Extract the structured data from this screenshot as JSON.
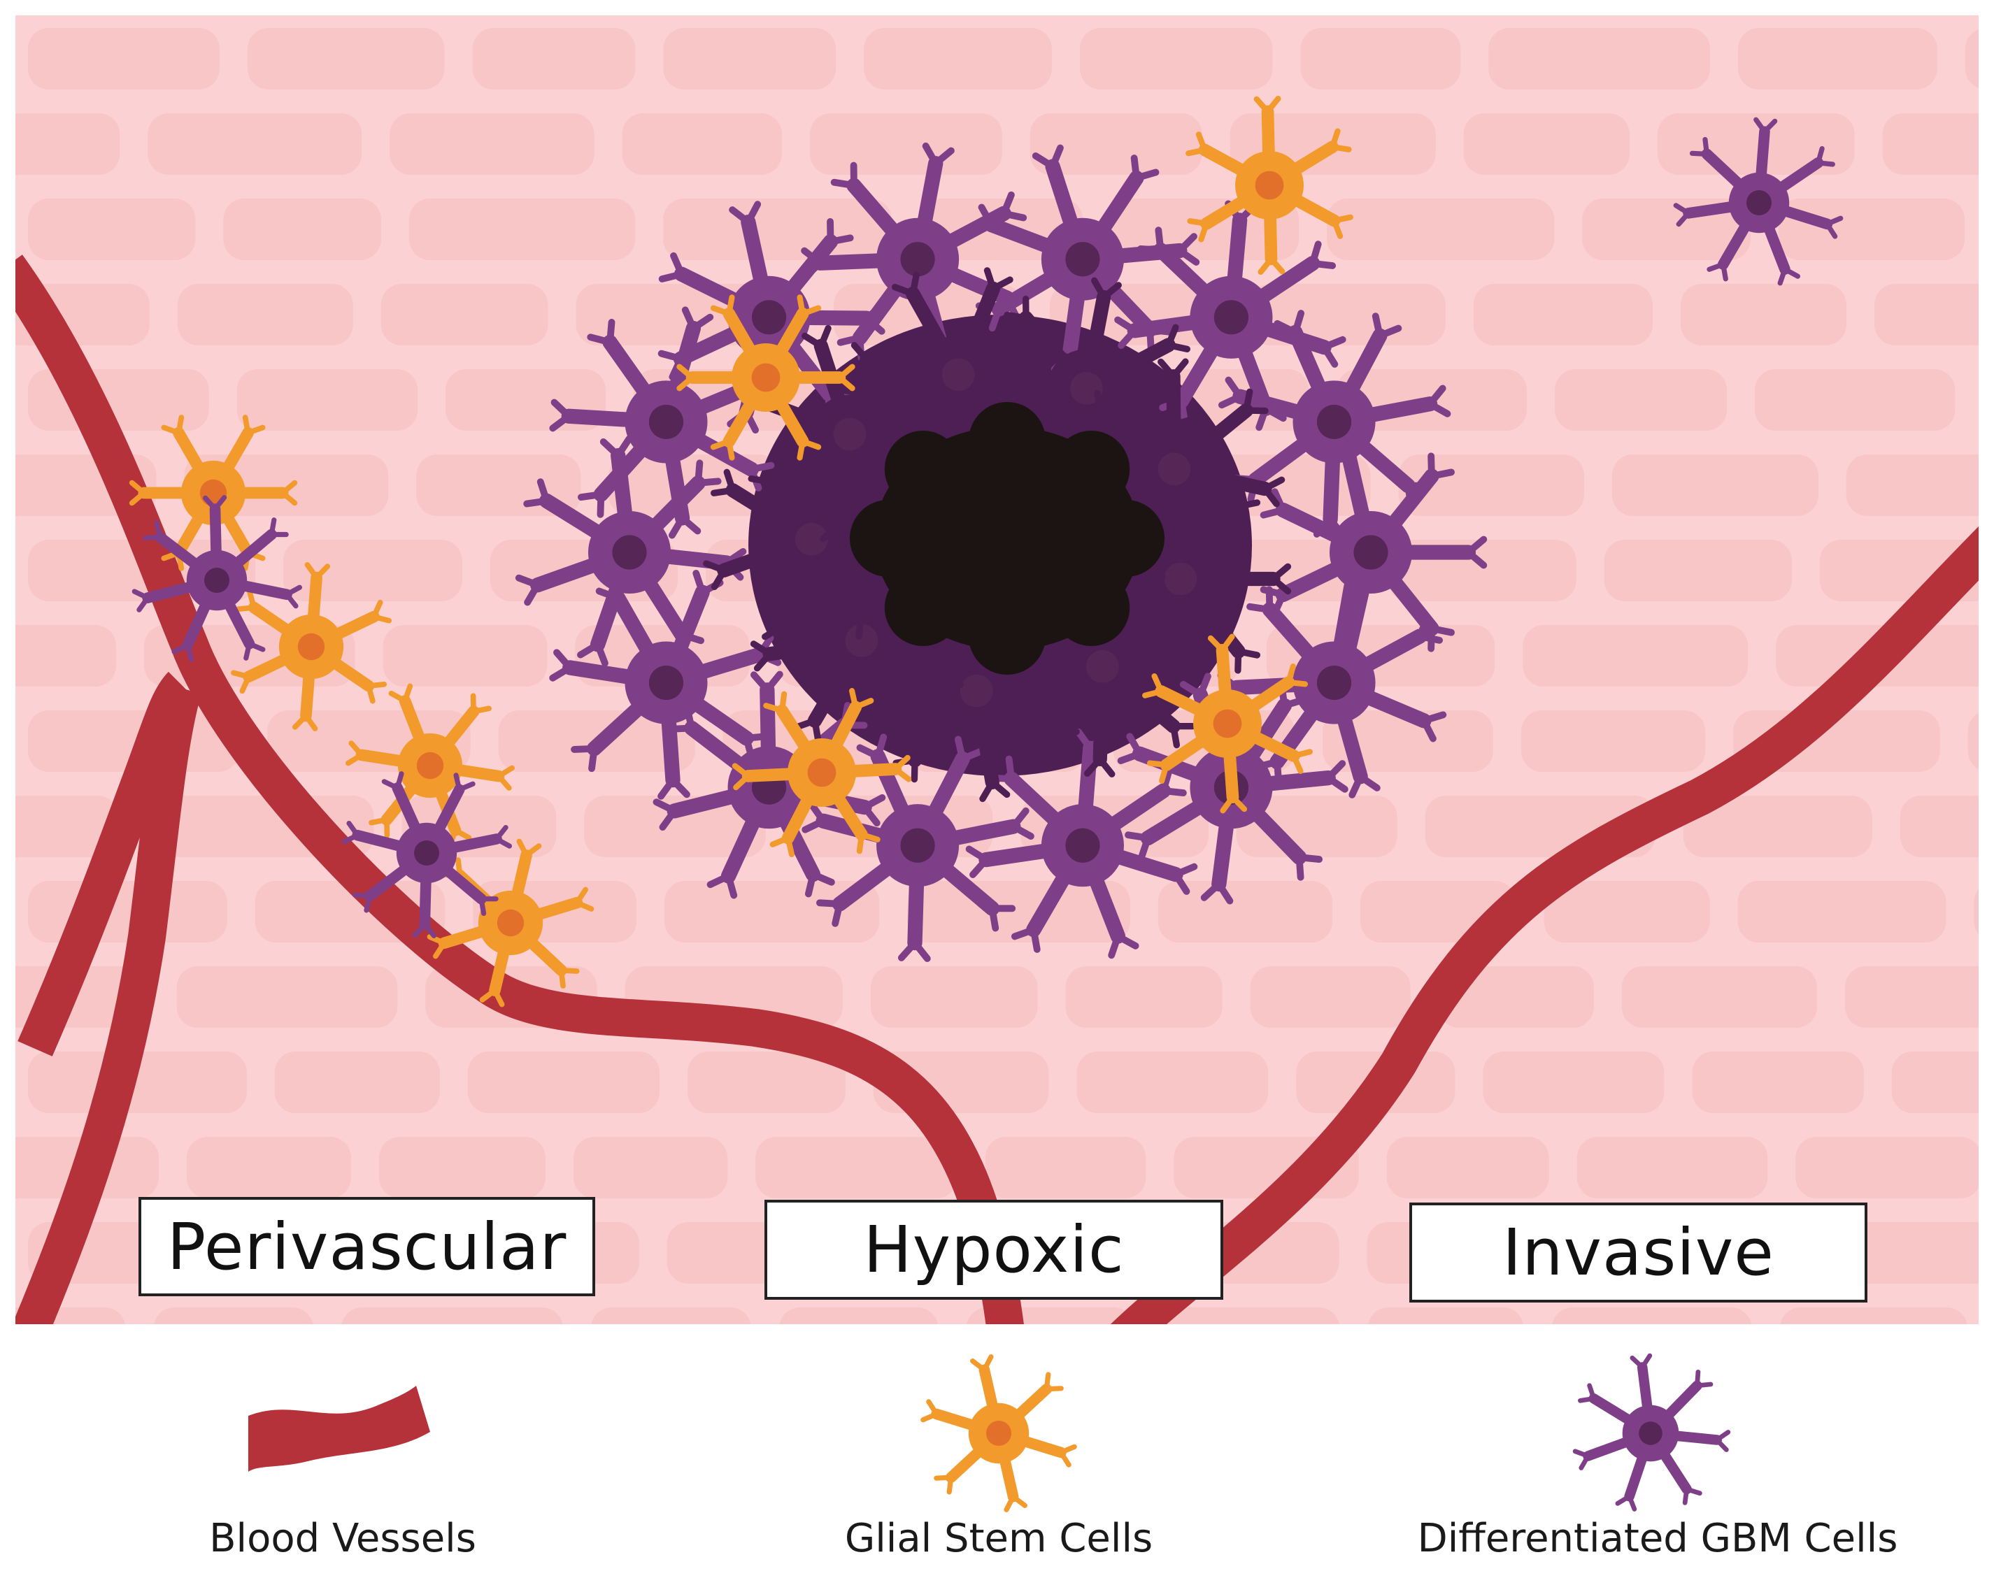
{
  "zones": [
    {
      "label": "Perivascular"
    },
    {
      "label": "Hypoxic"
    },
    {
      "label": "Invasive"
    }
  ],
  "legend": [
    {
      "label": "Blood Vessels",
      "icon": "blood-vessel-icon"
    },
    {
      "label": "Glial Stem Cells",
      "icon": "glial-stem-cell-icon"
    },
    {
      "label": "Differentiated GBM Cells",
      "icon": "gbm-cell-icon"
    }
  ],
  "colors": {
    "tissue": "#fbd1d3",
    "tissue_brick": "#f7c1c3",
    "vessel": "#b5323a",
    "stem_cell": "#f39a2c",
    "stem_nucleus": "#e2702a",
    "gbm_cell": "#7f3f88",
    "gbm_nucleus": "#552656",
    "gbm_dark": "#4e1f55",
    "gbm_darker": "#2f0f2f",
    "necrotic_core": "#1b1412"
  }
}
